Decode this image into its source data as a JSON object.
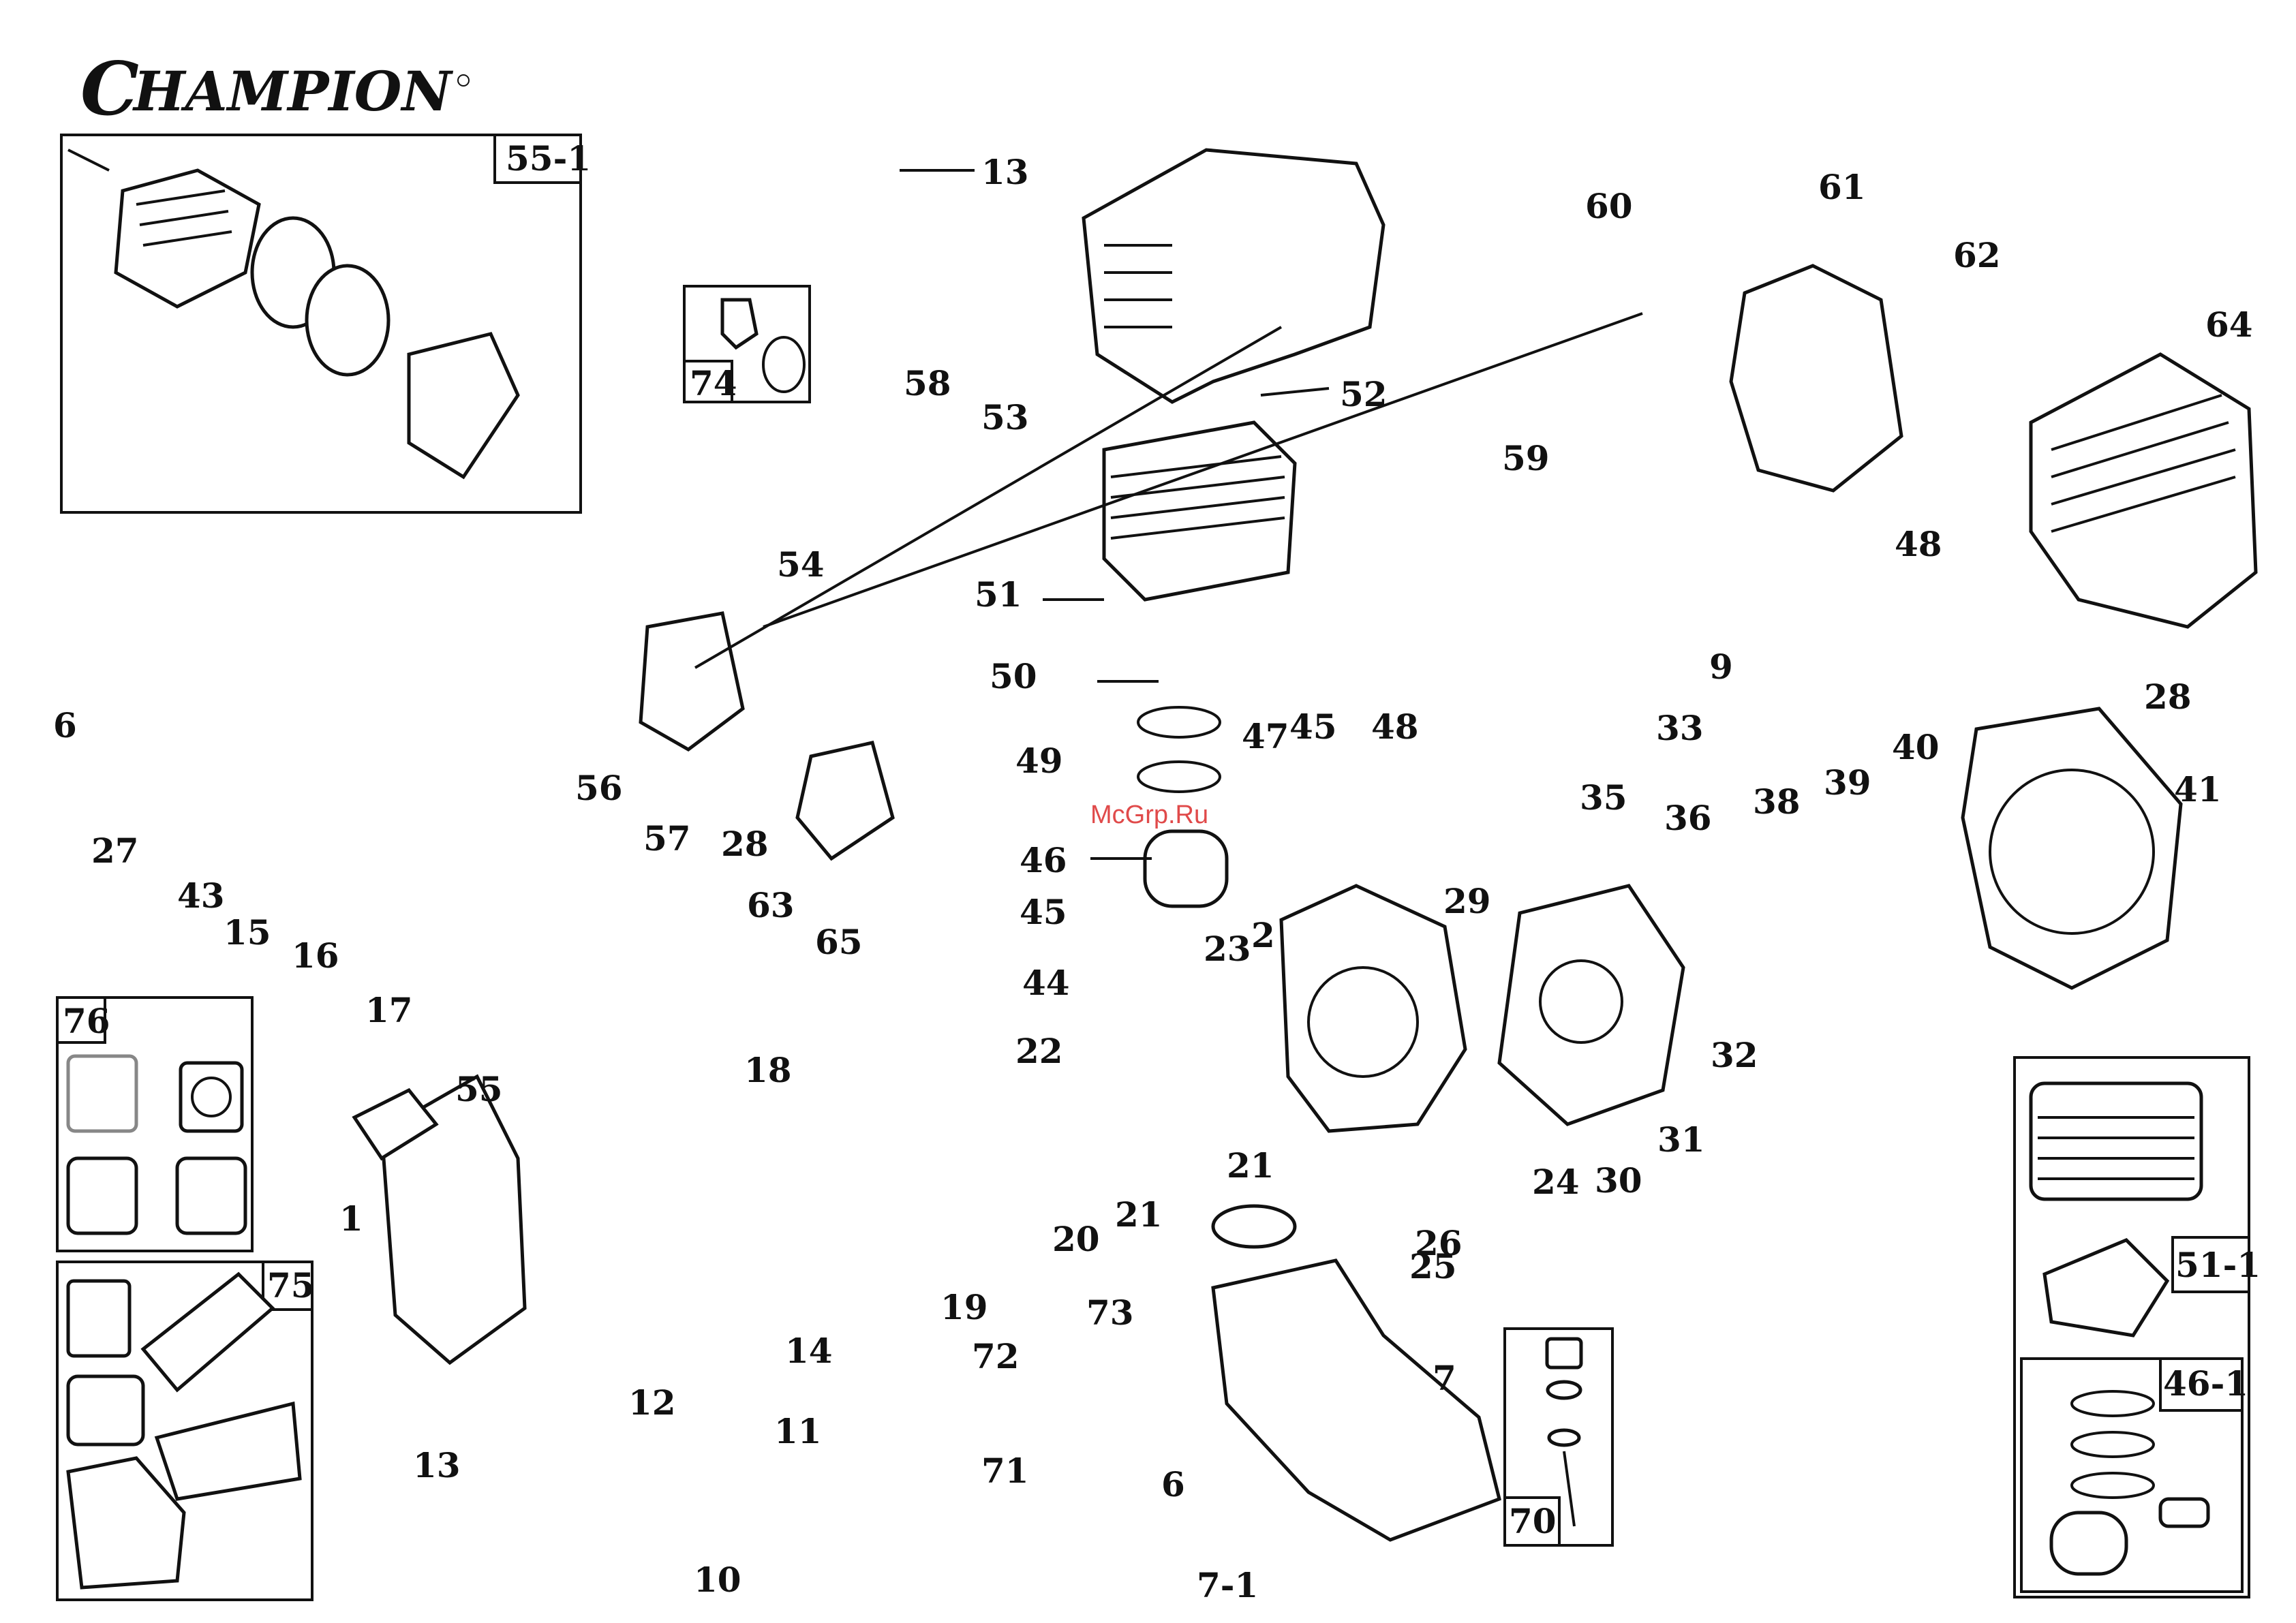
{
  "brand": "Champion",
  "watermark": "McGrp.Ru",
  "kits": [
    "55-1",
    "74",
    "76",
    "75",
    "70",
    "51-1",
    "46-1"
  ],
  "parts": {
    "p1": "1",
    "p2": "2",
    "p6a": "6",
    "p6b": "6",
    "p7": "7",
    "p7_1": "7-1",
    "p9": "9",
    "p10": "10",
    "p11": "11",
    "p12": "12",
    "p13a": "13",
    "p13b": "13",
    "p14": "14",
    "p15": "15",
    "p16": "16",
    "p17": "17",
    "p18": "18",
    "p19": "19",
    "p20": "20",
    "p21a": "21",
    "p21b": "21",
    "p22": "22",
    "p23": "23",
    "p24": "24",
    "p25": "25",
    "p26": "26",
    "p27": "27",
    "p28a": "28",
    "p28b": "28",
    "p29": "29",
    "p30": "30",
    "p31": "31",
    "p32": "32",
    "p33": "33",
    "p35": "35",
    "p36": "36",
    "p38": "38",
    "p39": "39",
    "p40": "40",
    "p41": "41",
    "p43": "43",
    "p44": "44",
    "p45a": "45",
    "p45b": "45",
    "p46": "46",
    "p47": "47",
    "p48a": "48",
    "p48b": "48",
    "p49": "49",
    "p50": "50",
    "p51": "51",
    "p52": "52",
    "p53": "53",
    "p54": "54",
    "p55": "55",
    "p56": "56",
    "p57": "57",
    "p58": "58",
    "p59": "59",
    "p60": "60",
    "p61": "61",
    "p62": "62",
    "p63": "63",
    "p64": "64",
    "p65": "65",
    "p71": "71",
    "p72": "72",
    "p73": "73"
  }
}
